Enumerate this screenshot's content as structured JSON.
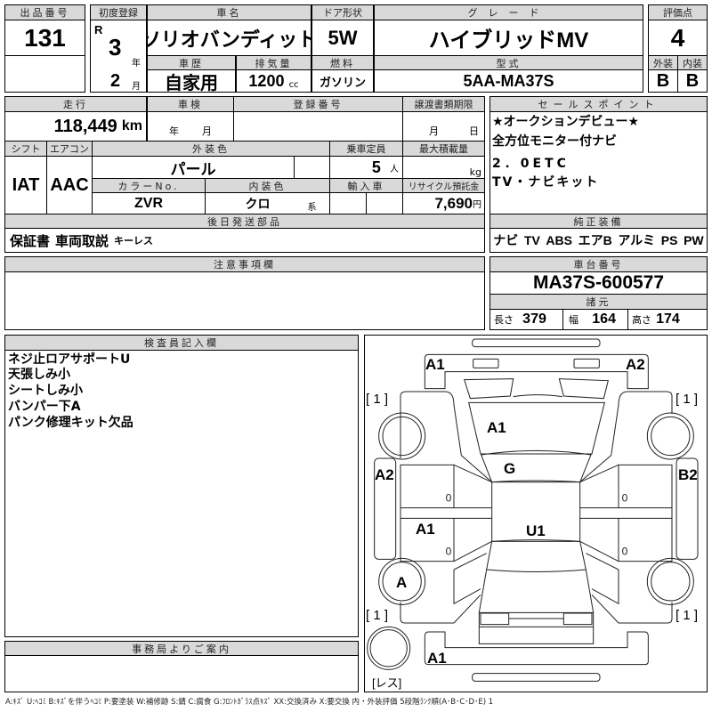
{
  "lot": {
    "label": "出品番号",
    "value": "131"
  },
  "header": {
    "first_reg_label": "初度登録",
    "era": "R",
    "year": "3",
    "year_unit": "年",
    "month": "2",
    "month_unit": "月",
    "car_name_label": "車名",
    "car_name": "ソリオバンディット",
    "door_label": "ドア形状",
    "door": "5W",
    "grade_label": "グレード",
    "grade": "ハイブリッドMV",
    "history_label": "車歴",
    "history": "自家用",
    "displacement_label": "排気量",
    "displacement": "1200",
    "displacement_unit": "cc",
    "fuel_label": "燃料",
    "fuel": "ガソリン",
    "model_label": "型式",
    "model": "5AA-MA37S"
  },
  "score": {
    "label": "評価点",
    "value": "4",
    "exterior_label": "外装",
    "exterior": "B",
    "interior_label": "内装",
    "interior": "B"
  },
  "details": {
    "mileage_label": "走行",
    "mileage": "118,449",
    "mileage_unit": "km",
    "inspection_label": "車検",
    "inspection_year": "年",
    "inspection_month": "月",
    "reg_no_label": "登録番号",
    "transfer_label": "譲渡書類期限",
    "transfer_month": "月",
    "transfer_day": "日",
    "shift_label": "シフト",
    "shift": "IAT",
    "ac_label": "エアコン",
    "ac": "AAC",
    "ext_color_label": "外装色",
    "ext_color": "パール",
    "capacity_label": "乗車定員",
    "capacity": "5",
    "capacity_unit": "人",
    "max_load_label": "最大積載量",
    "max_load_unit": "kg",
    "color_no_label": "カラーNo.",
    "color_no": "ZVR",
    "int_color_label": "内装色",
    "int_color": "クロ",
    "int_color_unit": "系",
    "import_label": "輸入車",
    "recycle_label": "リサイクル預託金",
    "recycle": "7,690",
    "recycle_unit": "円",
    "later_parts_label": "後日発送部品",
    "later_parts": [
      "保証書",
      "車両取説",
      "キーレス"
    ]
  },
  "sales": {
    "label": "セールスポイント",
    "lines": [
      "★オークションデビュー★",
      "全方位モニター付ナビ",
      "2．0ETC",
      "TV・ナビキット"
    ]
  },
  "equipment": {
    "label": "純正装備",
    "items": [
      "ナビ",
      "TV",
      "ABS",
      "エアB",
      "アルミ",
      "PS",
      "PW"
    ]
  },
  "notes": {
    "label": "注意事項欄"
  },
  "chassis": {
    "label": "車台番号",
    "value": "MA37S-600577",
    "spec_label": "諸元",
    "length_label": "長さ",
    "length": "379",
    "width_label": "幅",
    "width": "164",
    "height_label": "高さ",
    "height": "174"
  },
  "inspector": {
    "label": "検査員記入欄",
    "lines": [
      "ネジ止ロアサポートU",
      "天張しみ小",
      "シートしみ小",
      "バンパー下A",
      "パンク修理キット欠品"
    ]
  },
  "office": {
    "label": "事務局よりご案内"
  },
  "diagram": {
    "front_bumper_left": "A1",
    "front_bumper_right": "A2",
    "front_left_fender": "[ 1 ]",
    "front_right_fender": "[ 1 ]",
    "hood": "A1",
    "windshield": "G",
    "left_skirt": "A2",
    "right_skirt": "B2",
    "left_rear_door": "A1",
    "roof": "U1",
    "rear_left_wheel": "A",
    "rear_left_quarter": "[ 1 ]",
    "rear_right_quarter": "[ 1 ]",
    "rear_bumper": "A1",
    "spare": "[レス]"
  },
  "legend": "A:ｷｽﾞ U:ﾍｺﾐ B:ｷｽﾞを伴うﾍｺﾐ P:要塗装 W:補修跡 S:錆 C:腐食 G:ﾌﾛﾝﾄｶﾞﾗｽ点ｷｽﾞ XX:交換済み X:要交換 内・外装評価 5段階ﾗﾝｸ順(A･B･C･D･E) 1"
}
